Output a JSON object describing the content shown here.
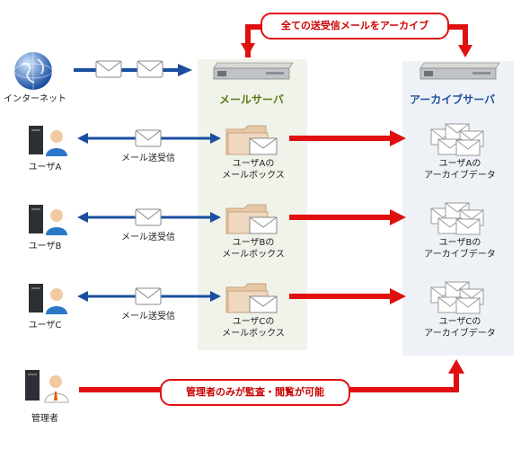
{
  "top_callout": "全ての送受信メールをアーカイブ",
  "bottom_callout": "管理者のみが監査・閲覧が可能",
  "internet_label": "インターネット",
  "mail_server_title": "メールサーバ",
  "archive_server_title": "アーカイブサーバ",
  "users": [
    {
      "label": "ユーザA",
      "link_label": "メール送受信",
      "mailbox": [
        "ユーザAの",
        "メールボックス"
      ],
      "archive": [
        "ユーザAの",
        "アーカイブデータ"
      ]
    },
    {
      "label": "ユーザB",
      "link_label": "メール送受信",
      "mailbox": [
        "ユーザBの",
        "メールボックス"
      ],
      "archive": [
        "ユーザBの",
        "アーカイブデータ"
      ]
    },
    {
      "label": "ユーザC",
      "link_label": "メール送受信",
      "mailbox": [
        "ユーザCの",
        "メールボックス"
      ],
      "archive": [
        "ユーザCの",
        "アーカイブデータ"
      ]
    }
  ],
  "admin_label": "管理者",
  "colors": {
    "red_arrow": "#e01010",
    "blue_arrow": "#1a4fa0",
    "mail_title": "#5a7a16",
    "archive_title": "#1c4f9a"
  },
  "icons": [
    "globe-icon",
    "server-icon",
    "user-pc-icon",
    "envelope-icon",
    "folder-icon",
    "envelope-stack-icon",
    "admin-pc-icon"
  ]
}
